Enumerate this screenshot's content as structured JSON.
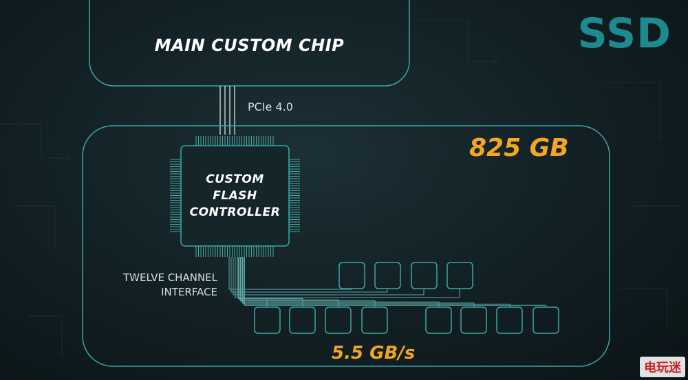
{
  "labels": {
    "main_chip": "MAIN CUSTOM CHIP",
    "ssd": "SSD",
    "pcie": "PCIe 4.0",
    "capacity": "825 GB",
    "controller_line1": "CUSTOM",
    "controller_line2": "FLASH",
    "controller_line3": "CONTROLLER",
    "interface_line1": "TWELVE CHANNEL",
    "interface_line2": "INTERFACE",
    "speed": "5.5 GB/s",
    "watermark": "电玩迷"
  },
  "colors": {
    "outline": "#3aa7a8",
    "accent_orange": "#f2a623",
    "ssd_title": "#1c8a8f",
    "background": "#132226"
  }
}
